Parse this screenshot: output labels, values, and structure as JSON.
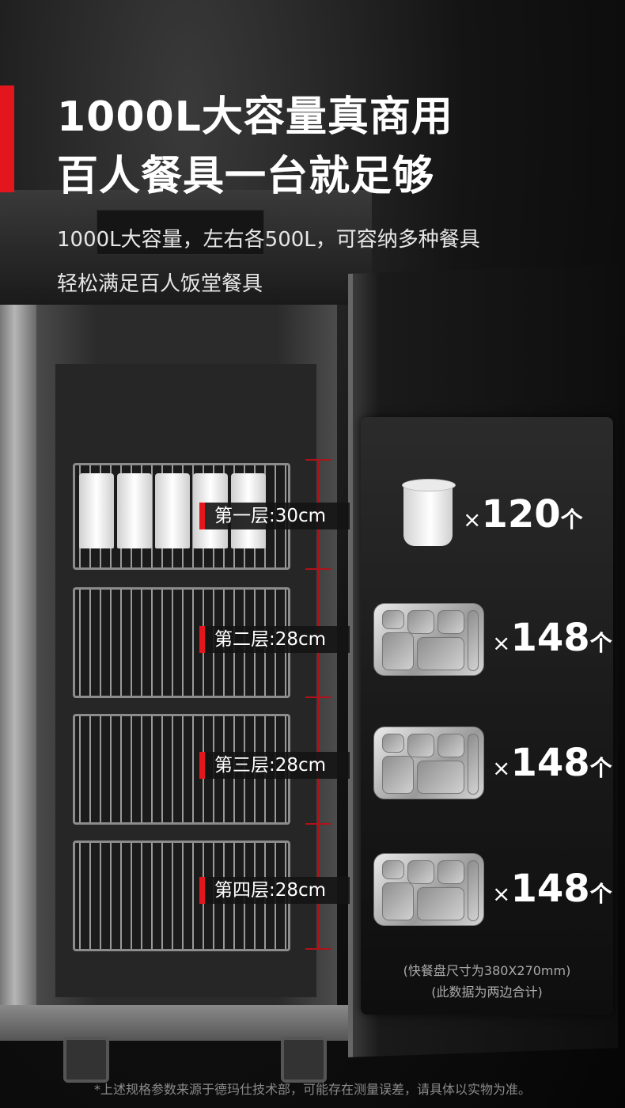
{
  "header": {
    "title_line1": "1000L大容量真商用",
    "title_line2": "百人餐具一台就足够",
    "subtitle_line1": "1000L大容量，左右各500L，可容纳多种餐具",
    "subtitle_line2": "轻松满足百人饭堂餐具"
  },
  "layers": [
    {
      "label": "第一层:30cm"
    },
    {
      "label": "第二层:28cm"
    },
    {
      "label": "第三层:28cm"
    },
    {
      "label": "第四层:28cm"
    }
  ],
  "capacity": [
    {
      "icon": "cup-icon",
      "x": "×",
      "number": "120",
      "unit": "个"
    },
    {
      "icon": "tray-icon",
      "x": "×",
      "number": "148",
      "unit": "个"
    },
    {
      "icon": "tray-icon",
      "x": "×",
      "number": "148",
      "unit": "个"
    },
    {
      "icon": "tray-icon",
      "x": "×",
      "number": "148",
      "unit": "个"
    }
  ],
  "notes": {
    "tray_size": "(快餐盘尺寸为380X270mm)",
    "total": "(此数据为两边合计)"
  },
  "footnote": "*上述规格参数来源于德玛仕技术部，可能存在测量误差，请具体以实物为准。",
  "colors": {
    "accent": "#e3151d",
    "background": "#0b0b0b"
  }
}
